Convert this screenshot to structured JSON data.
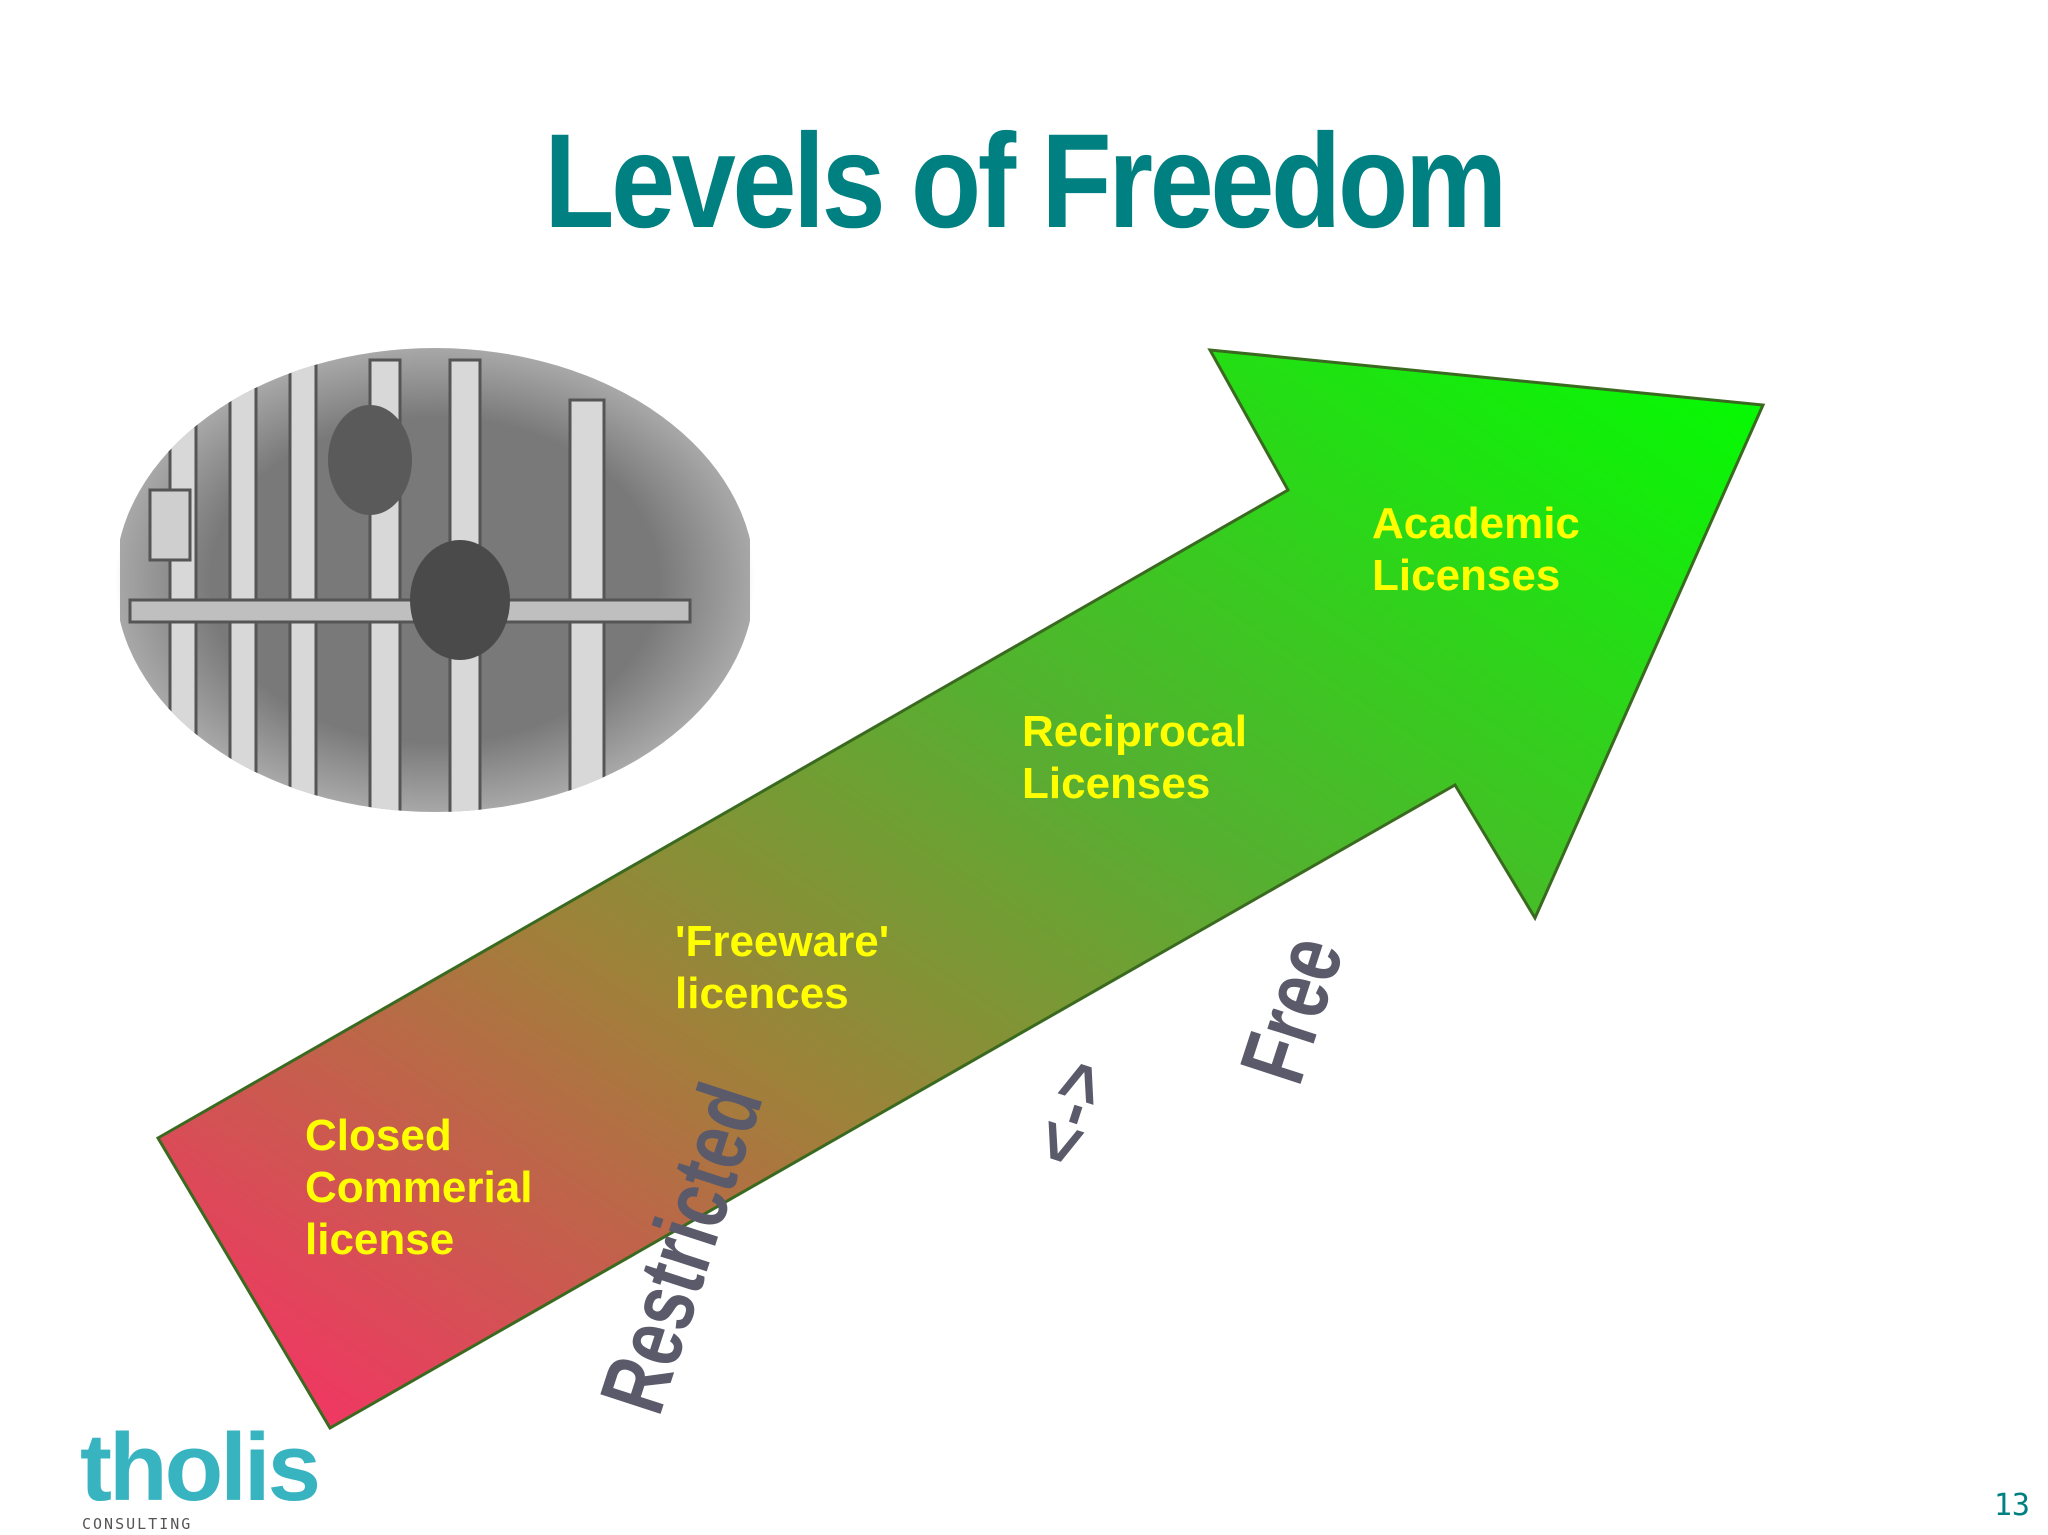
{
  "title": "Levels of Freedom",
  "levels": [
    {
      "label": "Closed\nCommerial\nlicense"
    },
    {
      "label": "'Freeware'\nlicences"
    },
    {
      "label": "Reciprocal\nLicenses"
    },
    {
      "label": "Academic\nLicenses"
    }
  ],
  "scale": {
    "left_word": "Restricted",
    "middle_symbol": "<->",
    "right_word": "Free"
  },
  "logo": {
    "name": "tholis",
    "subtitle": "CONSULTING"
  },
  "page_number": "13",
  "colors": {
    "title": "#008080",
    "label": "#ffff00",
    "arrow_start": "#ff2a6a",
    "arrow_end": "#00ff00",
    "logo": "#38b4c0"
  }
}
